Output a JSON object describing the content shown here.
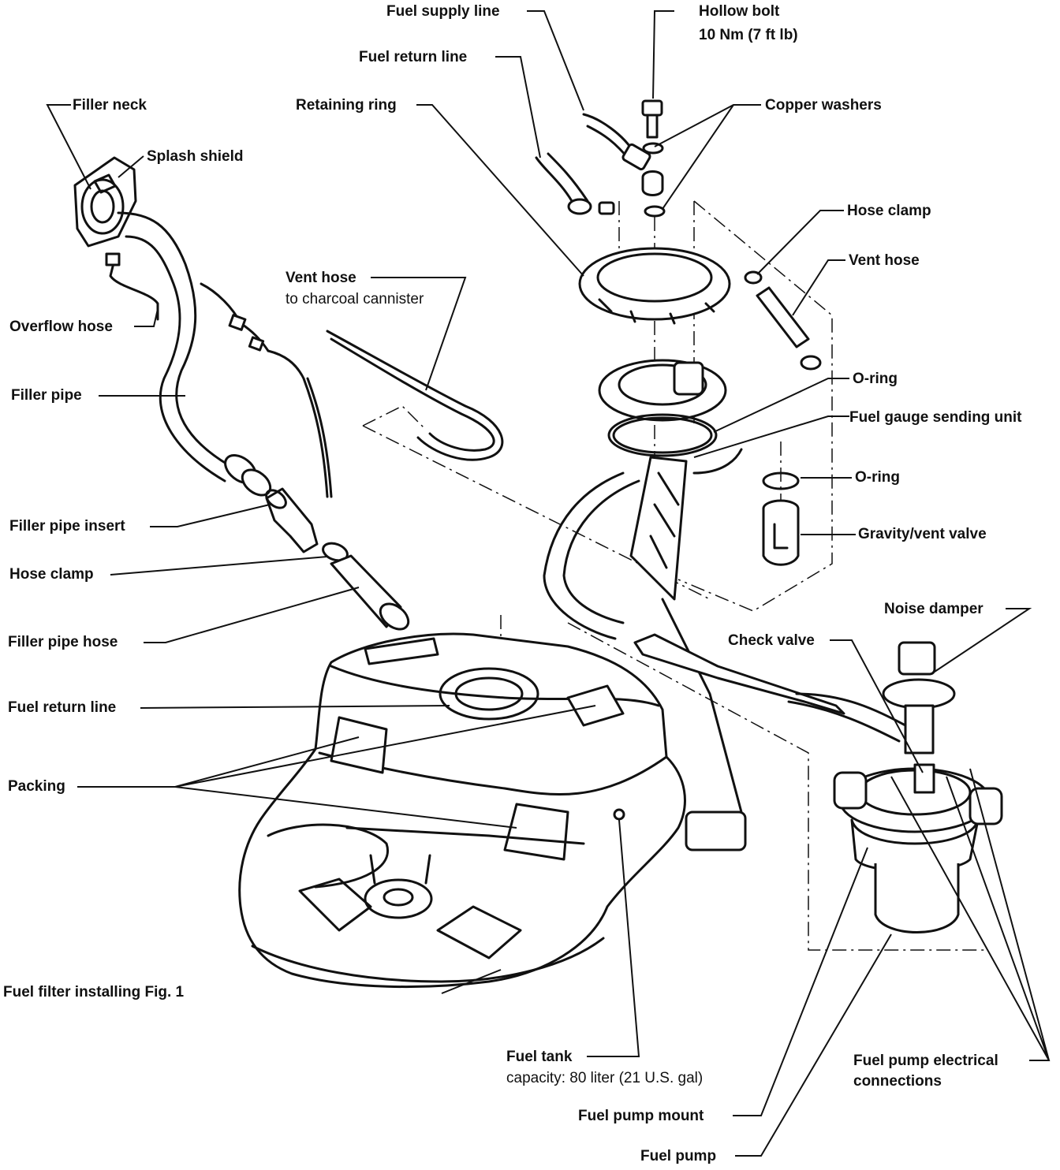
{
  "labels": {
    "fuel_supply_line": "Fuel supply line",
    "hollow_bolt": "Hollow bolt",
    "hollow_bolt_torque": "10 Nm (7 ft lb)",
    "fuel_return_line_top": "Fuel return line",
    "retaining_ring": "Retaining ring",
    "copper_washers": "Copper washers",
    "filler_neck": "Filler neck",
    "splash_shield": "Splash shield",
    "hose_clamp_right": "Hose clamp",
    "vent_hose_right": "Vent hose",
    "vent_hose_center": "Vent hose",
    "vent_hose_center_sub": "to charcoal cannister",
    "overflow_hose": "Overflow hose",
    "o_ring_top": "O-ring",
    "filler_pipe": "Filler pipe",
    "fuel_gauge_sending_unit": "Fuel gauge sending unit",
    "o_ring_lower": "O-ring",
    "filler_pipe_insert": "Filler pipe insert",
    "gravity_vent_valve": "Gravity/vent valve",
    "hose_clamp_left": "Hose clamp",
    "noise_damper": "Noise damper",
    "filler_pipe_hose": "Filler pipe hose",
    "check_valve": "Check valve",
    "fuel_return_line_tank": "Fuel return line",
    "packing": "Packing",
    "figure_caption": "Fuel filter installing Fig. 1",
    "fuel_tank": "Fuel tank",
    "fuel_tank_capacity": "capacity: 80 liter (21 U.S. gal)",
    "fuel_pump_electrical": "Fuel pump electrical",
    "fuel_pump_electrical_2": "connections",
    "fuel_pump_mount": "Fuel pump mount",
    "fuel_pump": "Fuel pump"
  }
}
